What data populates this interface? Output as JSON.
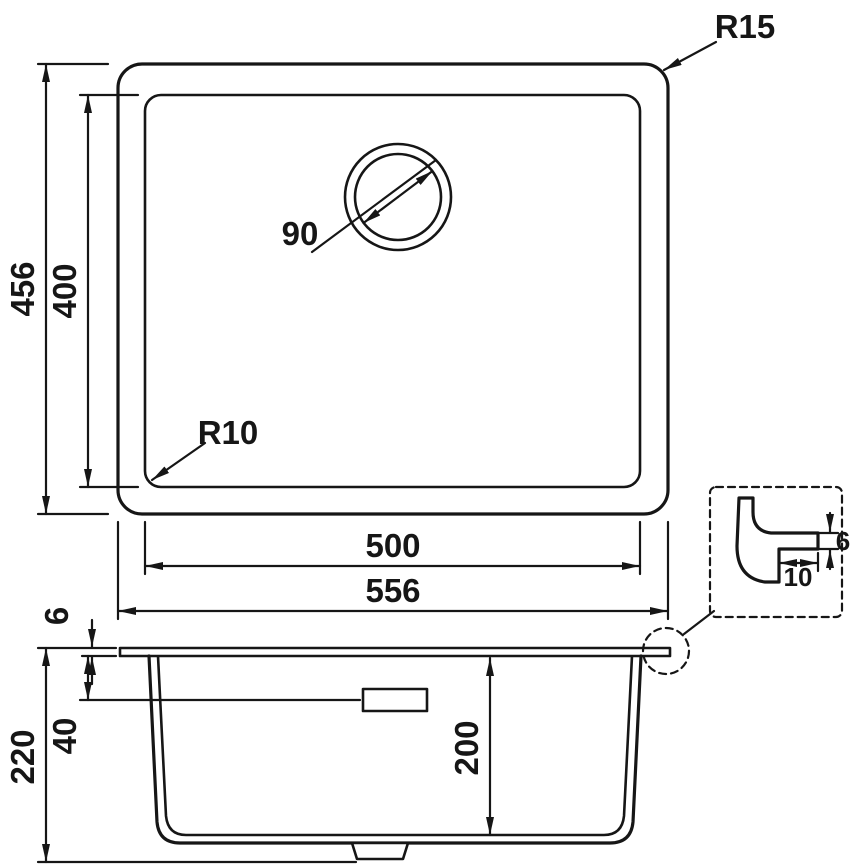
{
  "top_view": {
    "outer_width": "556",
    "inner_width": "500",
    "outer_height": "456",
    "inner_height": "400",
    "drain_diameter": "90",
    "outer_corner_radius": "R15",
    "inner_corner_radius": "R10"
  },
  "side_view": {
    "rim_thickness": "6",
    "total_depth": "220",
    "overflow_offset": "40",
    "bowl_depth": "200"
  },
  "detail_view": {
    "lip_thickness": "6",
    "lip_width": "10"
  }
}
